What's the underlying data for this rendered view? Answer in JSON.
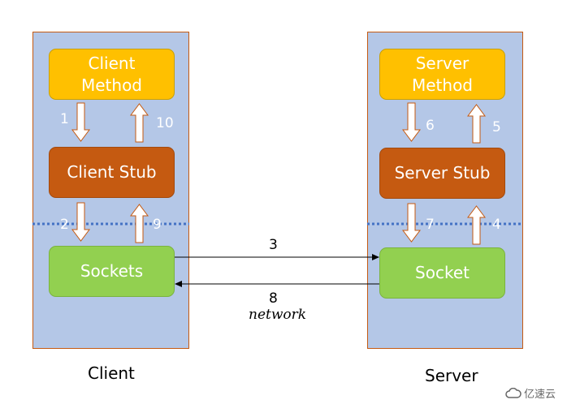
{
  "client": {
    "method_label": "Client\nMethod",
    "stub_label": "Client Stub",
    "sockets_label": "Sockets",
    "caption": "Client"
  },
  "server": {
    "method_label": "Server\nMethod",
    "stub_label": "Server Stub",
    "socket_label": "Socket",
    "caption": "Server"
  },
  "steps": {
    "s1": "1",
    "s2": "2",
    "s3": "3",
    "s4": "4",
    "s5": "5",
    "s6": "6",
    "s7": "7",
    "s8": "8",
    "s9": "9",
    "s10": "10"
  },
  "network_label": "network",
  "watermark": {
    "icon": "cloud-logo-icon",
    "text": "亿速云"
  },
  "colors": {
    "panel": "#b4c7e7",
    "method": "#ffc000",
    "stub": "#c55a11",
    "socket": "#92d050",
    "divider": "#4472c4"
  }
}
